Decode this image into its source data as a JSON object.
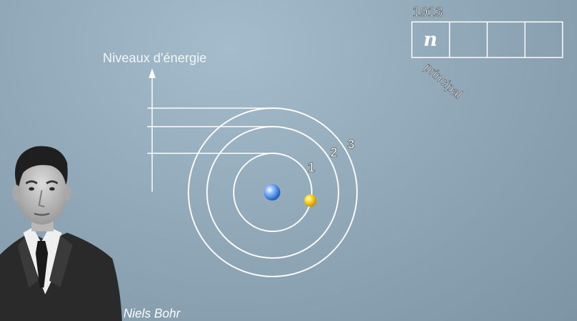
{
  "energy_axis": {
    "label": "Niveaux d'énergie"
  },
  "orbits": [
    {
      "label": "1"
    },
    {
      "label": "2"
    },
    {
      "label": "3"
    }
  ],
  "quantum_box": {
    "year": "1913",
    "cells": [
      "n",
      "",
      "",
      ""
    ],
    "principal_label": "principal"
  },
  "portrait": {
    "caption": "Niels Bohr"
  },
  "colors": {
    "nucleus": "#3b7fdc",
    "electron": "#f2c300",
    "lines": "#ffffff"
  }
}
